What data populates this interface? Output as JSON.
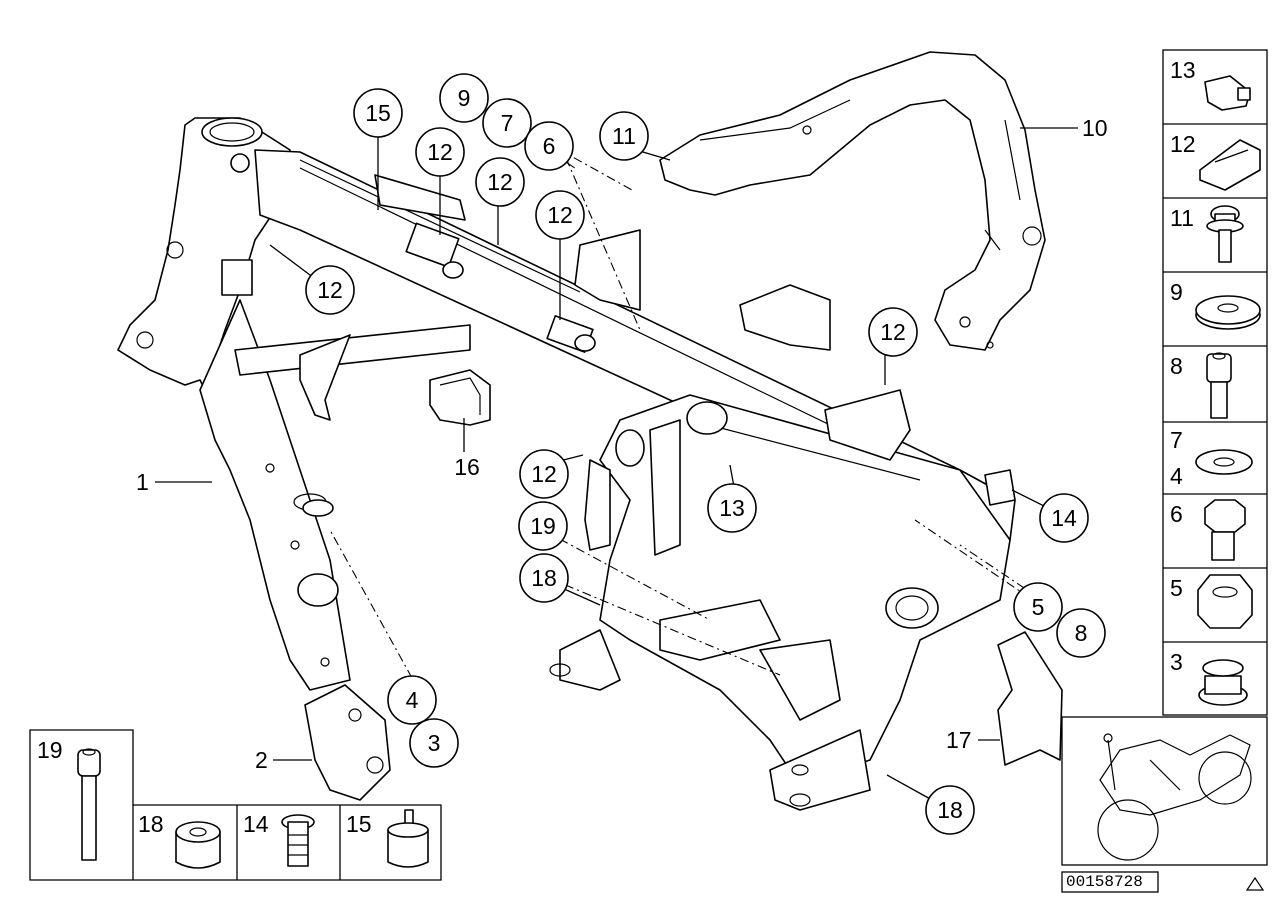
{
  "diagram": {
    "reference_number": "00158728",
    "callouts": {
      "c15": "15",
      "c9": "9",
      "c7": "7",
      "c6": "6",
      "c11": "11",
      "c12a": "12",
      "c12b": "12",
      "c12c": "12",
      "c12d": "12",
      "c12e": "12",
      "c12f": "12",
      "c16": "16",
      "c13": "13",
      "c14": "14",
      "c19": "19",
      "c18a": "18",
      "c18b": "18",
      "c5": "5",
      "c8": "8",
      "c4": "4",
      "c3": "3"
    },
    "labels": {
      "l10": "10",
      "l1": "1",
      "l2": "2",
      "l17": "17"
    },
    "side_panel": [
      "13",
      "12",
      "11",
      "9",
      "8",
      "7",
      "4",
      "6",
      "5",
      "3"
    ],
    "bottom_panel": [
      "19",
      "18",
      "14",
      "15"
    ]
  }
}
